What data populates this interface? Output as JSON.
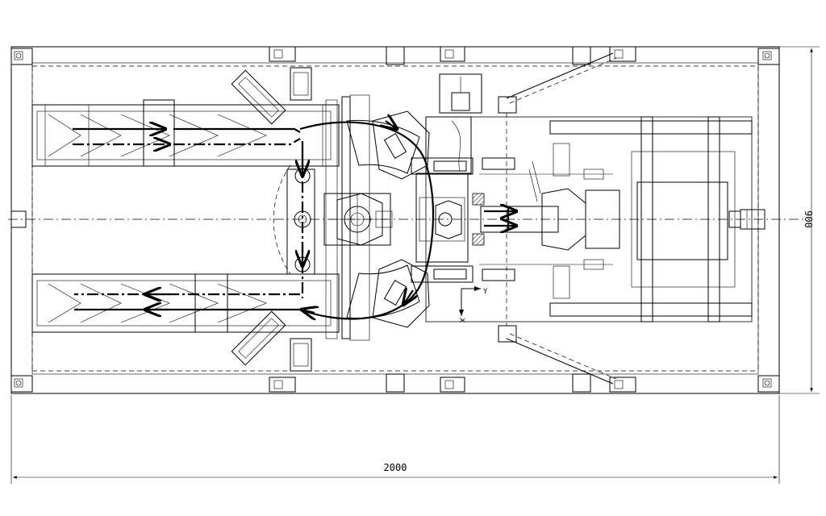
{
  "dimensions": {
    "length_label": "2000",
    "width_label": "900"
  },
  "axes": {
    "x_label": "X",
    "y_label": "Y"
  },
  "colors": {
    "line": "#000000",
    "background": "#ffffff",
    "hatch": "#555555"
  }
}
